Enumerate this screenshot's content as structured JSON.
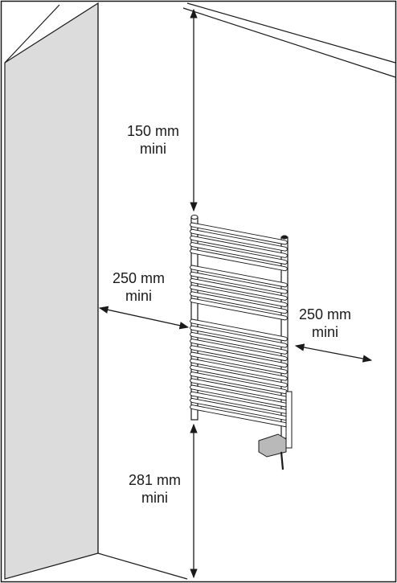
{
  "dimensions": {
    "top": {
      "value": "150 mm",
      "qualifier": "mini"
    },
    "left": {
      "value": "250 mm",
      "qualifier": "mini"
    },
    "right": {
      "value": "250 mm",
      "qualifier": "mini"
    },
    "bottom": {
      "value": "281 mm",
      "qualifier": "mini"
    }
  },
  "colors": {
    "line": "#1a1a1a",
    "wall_side": "#dcdcdc",
    "radiator_fill": "#ffffff",
    "controller": "#b9b9b9"
  }
}
